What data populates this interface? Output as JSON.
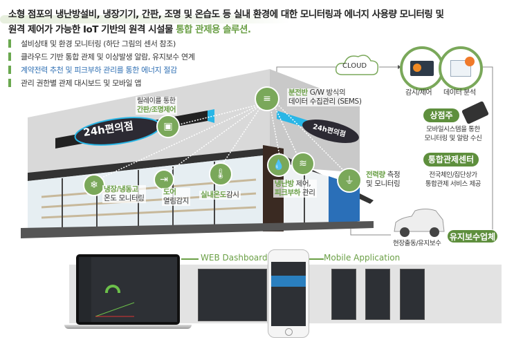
{
  "header": {
    "line1": "소형 점포의 냉난방설비, 냉장기기, 간판, 조명 및 온습도 등 실내 환경에 대한 모니터링과 에너지 사용량 모니터링 및",
    "line2_prefix": "원격 제어가 가능한 IoT 기반의 원격 시설물 ",
    "line2_highlight": "통합 관제용 솔루션."
  },
  "bullets": [
    {
      "text": "설비상태 및 환경 모니터링 (하단 그림의 센서 참조)",
      "color": "#333333"
    },
    {
      "text": "클라우드 기반 통합 관제 및 이상발생 알람, 유지보수 연계",
      "color": "#333333"
    },
    {
      "text": "계약전력 추천 및 피크부하 관리를 통한 에너지 절감",
      "color": "#2f6fb3"
    },
    {
      "text": "관리 권한별 관제 대시보드 및 모바일 앱",
      "color": "#333333"
    }
  ],
  "store": {
    "sign_left": "24h편의점",
    "sign_right": "24h편의점",
    "sensors": {
      "relay": {
        "line1": "릴레이를 통한",
        "line2": "간판/조명제어",
        "icon": "signboard-icon"
      },
      "gateway": {
        "line1_green": "분전반",
        "line1": " G/W 방식의",
        "line2": "데이터 수집관리 (SEMS)",
        "icon": "router-icon"
      },
      "fridge": {
        "line1": "냉장/냉동고",
        "line2": "온도 모니터링",
        "icon": "fridge-icon"
      },
      "door": {
        "line1": "도어",
        "line2": "열림감지",
        "icon": "door-icon"
      },
      "temp": {
        "green": "실내온도",
        "rest": "감시",
        "icon": "thermometer-icon"
      },
      "hvac": {
        "line1_green": "냉난방",
        "line1": " 제어,",
        "line2_green": "피크부하",
        "line2": " 관리",
        "icon": "water-drop-icon",
        "icon2": "hvac-icon"
      },
      "power": {
        "line1_green": "전력량",
        "line1": " 측정",
        "line2": "및 모니터링",
        "icon": "plug-icon"
      }
    }
  },
  "cloud": {
    "label": "CLOUD"
  },
  "services": [
    {
      "label": "감시/제어",
      "icon": "monitor-chart-icon"
    },
    {
      "label": "데이터 분석",
      "icon": "analytics-icon"
    }
  ],
  "owner": {
    "label": "상점주",
    "line1": "모바일시스템을 통한",
    "line2": "모니터링 및 알람 수신",
    "icon": "smartphone-hand-icon"
  },
  "center": {
    "label": "통합관제센터",
    "line1": "전국체인/집단상가",
    "line2": "통합관제 서비스 제공"
  },
  "maintenance": {
    "label": "유지보수업체",
    "car_label": "현장출동/유지보수"
  },
  "bottom": {
    "web_label": "WEB Dashboard",
    "mobile_label": "Mobile Application"
  },
  "colors": {
    "green": "#6a9f45",
    "pill": "#5e8f3d",
    "blue": "#2f6fb3",
    "sign": "#2c2a33",
    "accent": "#29b6e6"
  }
}
